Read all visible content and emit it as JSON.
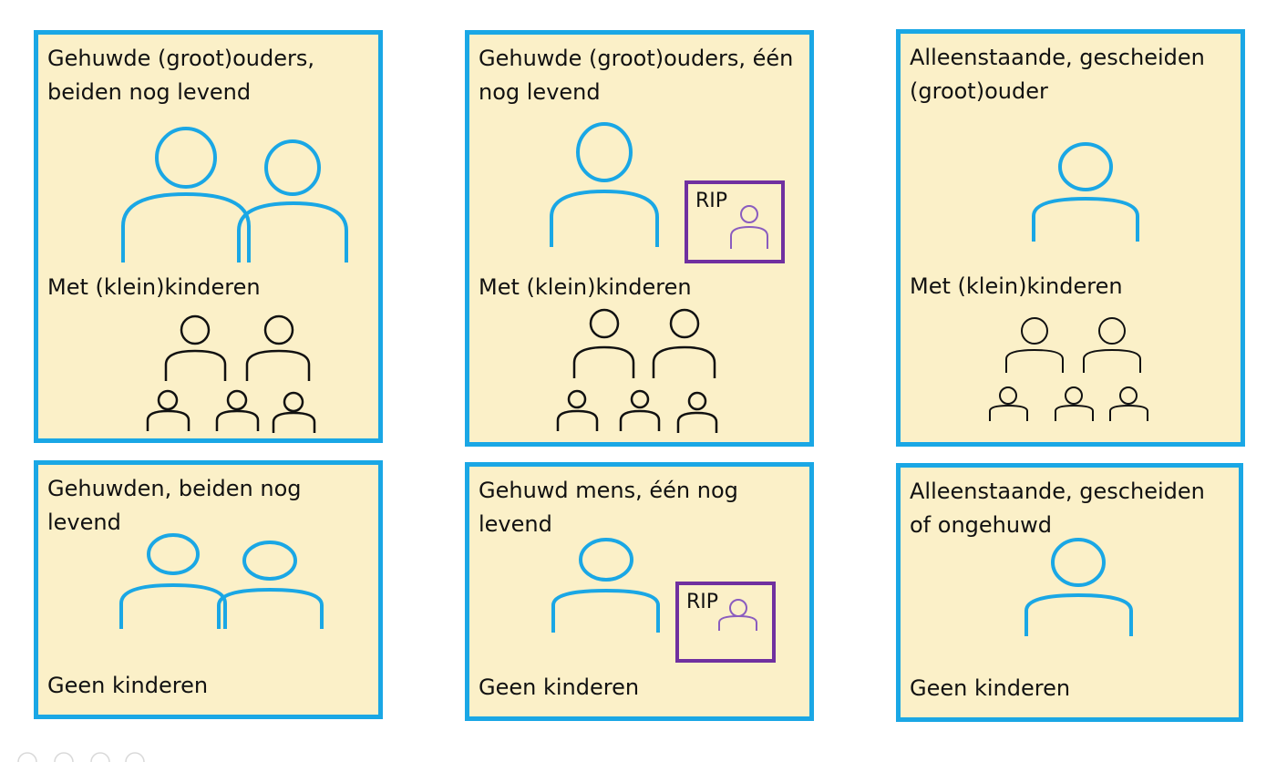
{
  "cards": [
    {
      "title": "Gehuwde (groot)ouders, beiden nog levend",
      "subtitle": "Met (klein)kinderen"
    },
    {
      "title": "Gehuwde (groot)ouders, één nog levend",
      "subtitle": "Met (klein)kinderen",
      "rip": "RIP"
    },
    {
      "title": "Alleenstaande, gescheiden (groot)ouder",
      "subtitle": "Met (klein)kinderen"
    },
    {
      "title": "Gehuwden, beiden nog levend",
      "subtitle": "Geen kinderen"
    },
    {
      "title": "Gehuwd mens, één nog levend",
      "subtitle": "Geen kinderen",
      "rip": "RIP"
    },
    {
      "title": "Alleenstaande, gescheiden of ongehuwd",
      "subtitle": "Geen kinderen"
    }
  ],
  "colors": {
    "card_fill": "#fbf0c8",
    "card_border": "#1aa7e5",
    "adult_icon": "#1aa7e5",
    "child_icon": "#111111",
    "rip_border": "#7030a0",
    "rip_icon": "#8a5cbf"
  },
  "icons": [
    "person-icon",
    "child-person-icon",
    "deceased-person-icon"
  ]
}
